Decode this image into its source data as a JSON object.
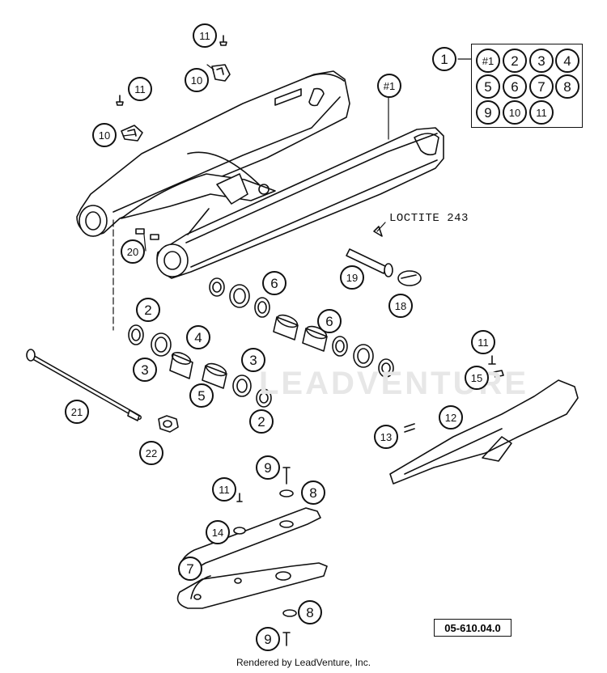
{
  "callouts": {
    "c1": "1",
    "c2a": "2",
    "c2b": "2",
    "c3a": "3",
    "c3b": "3",
    "c4": "4",
    "c5": "5",
    "c6a": "6",
    "c6b": "6",
    "c7": "7",
    "c8a": "8",
    "c8b": "8",
    "c9a": "9",
    "c9b": "9",
    "c10a": "10",
    "c10b": "10",
    "c11a": "11",
    "c11b": "11",
    "c11c": "11",
    "c11d": "11",
    "c12": "12",
    "c13": "13",
    "c14": "14",
    "c15": "15",
    "c18": "18",
    "c19": "19",
    "c20": "20",
    "c21": "21",
    "c22": "22",
    "c_h1": "#1"
  },
  "legend": {
    "items": [
      "#1",
      "2",
      "3",
      "4",
      "5",
      "6",
      "7",
      "8",
      "9",
      "10",
      "11"
    ]
  },
  "labels": {
    "loctite": "LOCTITE 243",
    "reference": "05-610.04.0",
    "footer": "Rendered by LeadVenture, Inc.",
    "watermark": "LEADVENTURE"
  }
}
